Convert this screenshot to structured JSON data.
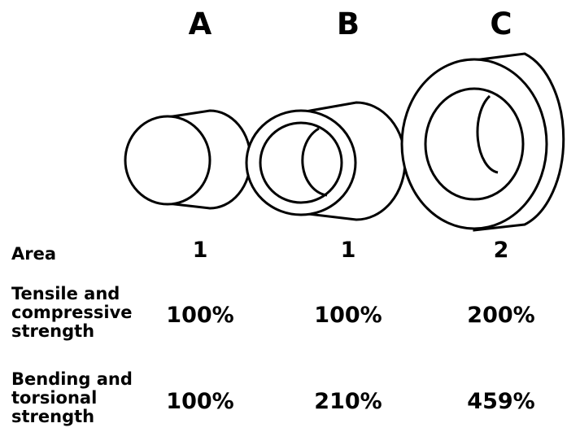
{
  "columns": [
    "A",
    "B",
    "C"
  ],
  "rows": [
    {
      "label": "Area",
      "values": [
        "1",
        "1",
        "2"
      ]
    },
    {
      "label": "Tensile and\ncompressive\nstrength",
      "values": [
        "100%",
        "100%",
        "200%"
      ]
    },
    {
      "label": "Bending and\ntorsional\nstrength",
      "values": [
        "100%",
        "210%",
        "459%"
      ]
    }
  ],
  "shapes": [
    {
      "column": "A",
      "kind": "solid-cylinder"
    },
    {
      "column": "B",
      "kind": "hollow-tube",
      "relative_area": 1
    },
    {
      "column": "C",
      "kind": "hollow-tube",
      "relative_area": 2
    }
  ]
}
